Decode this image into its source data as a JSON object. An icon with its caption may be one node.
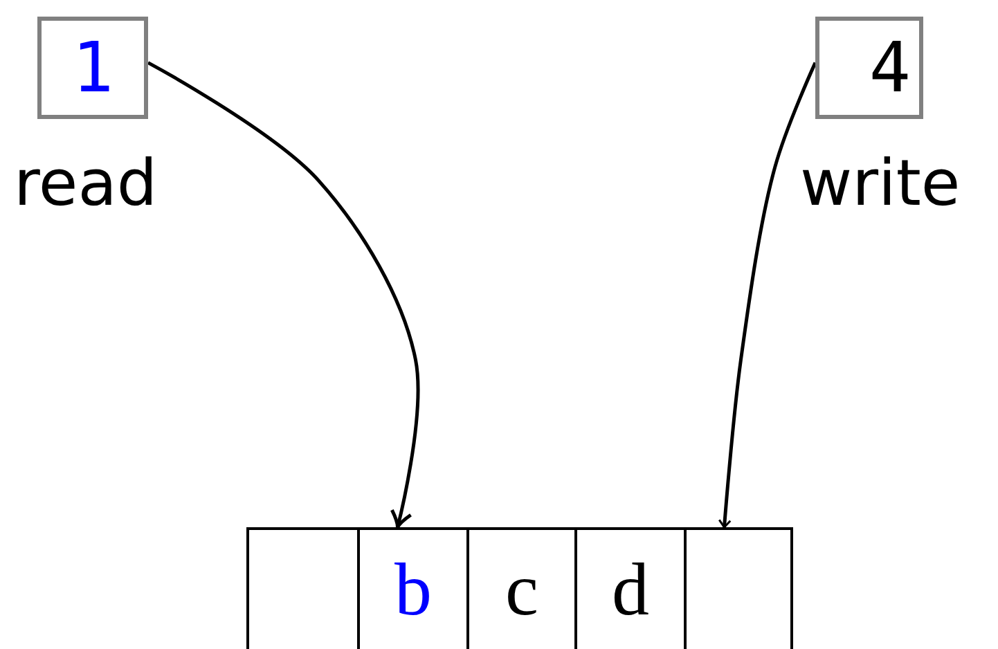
{
  "diagram": {
    "nodes": [
      {
        "text": [
          "1"
        ],
        "beside": [
          "read"
        ]
      },
      {
        "text": [
          "4"
        ],
        "beside": [
          "write"
        ]
      },
      {
        "text": [],
        "shape": "box"
      },
      {
        "text": [
          "b"
        ]
      },
      {
        "text": [
          "c"
        ]
      },
      {
        "text": [
          "d"
        ]
      },
      {
        "text": [],
        "shape": "box"
      }
    ],
    "edges": [
      {
        "from": 0,
        "to": 3,
        "arrow": "to"
      },
      {
        "from": 1,
        "to": 6,
        "arrow": "to"
      }
    ]
  }
}
